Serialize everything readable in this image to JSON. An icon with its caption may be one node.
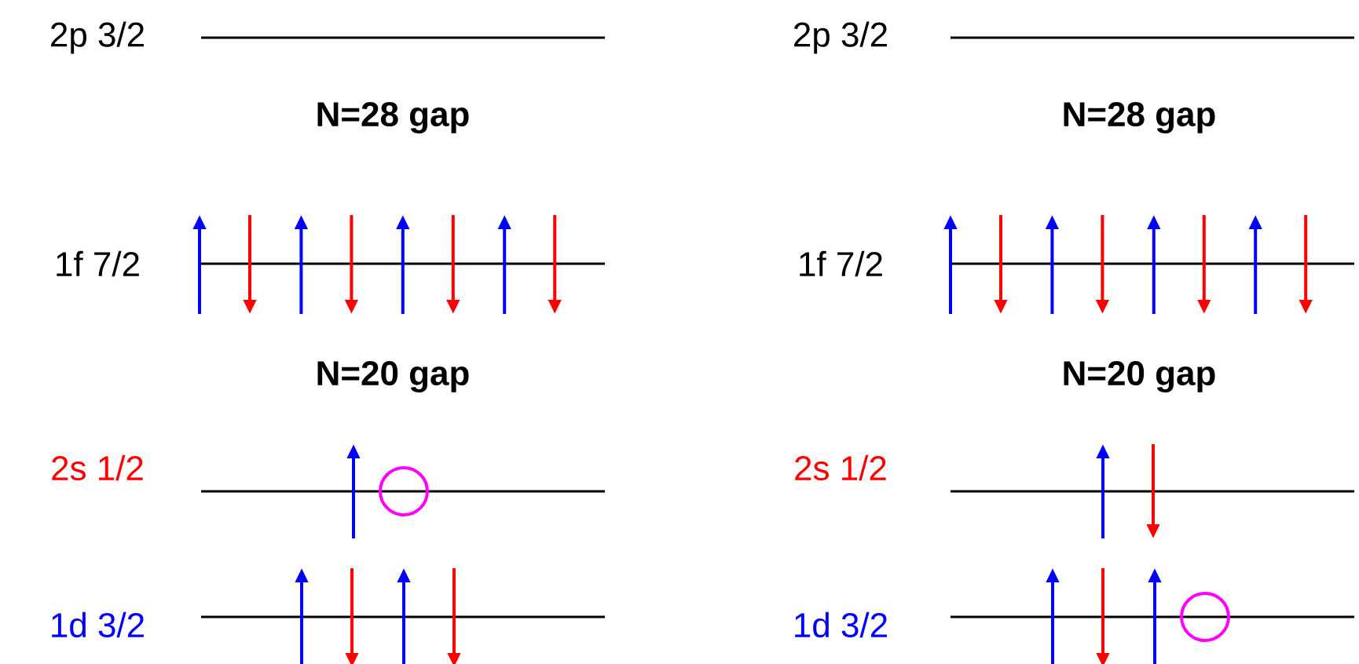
{
  "diagram": {
    "labels": [
      "2p 3/2",
      "2p 3/2",
      "N=28 gap",
      "N=28 gap",
      "1f 7/2",
      "1f 7/2",
      "N=20 gap",
      "N=20 gap",
      "2s 1/2",
      "2s 1/2",
      "1d 3/2",
      "1d 3/2"
    ]
  }
}
